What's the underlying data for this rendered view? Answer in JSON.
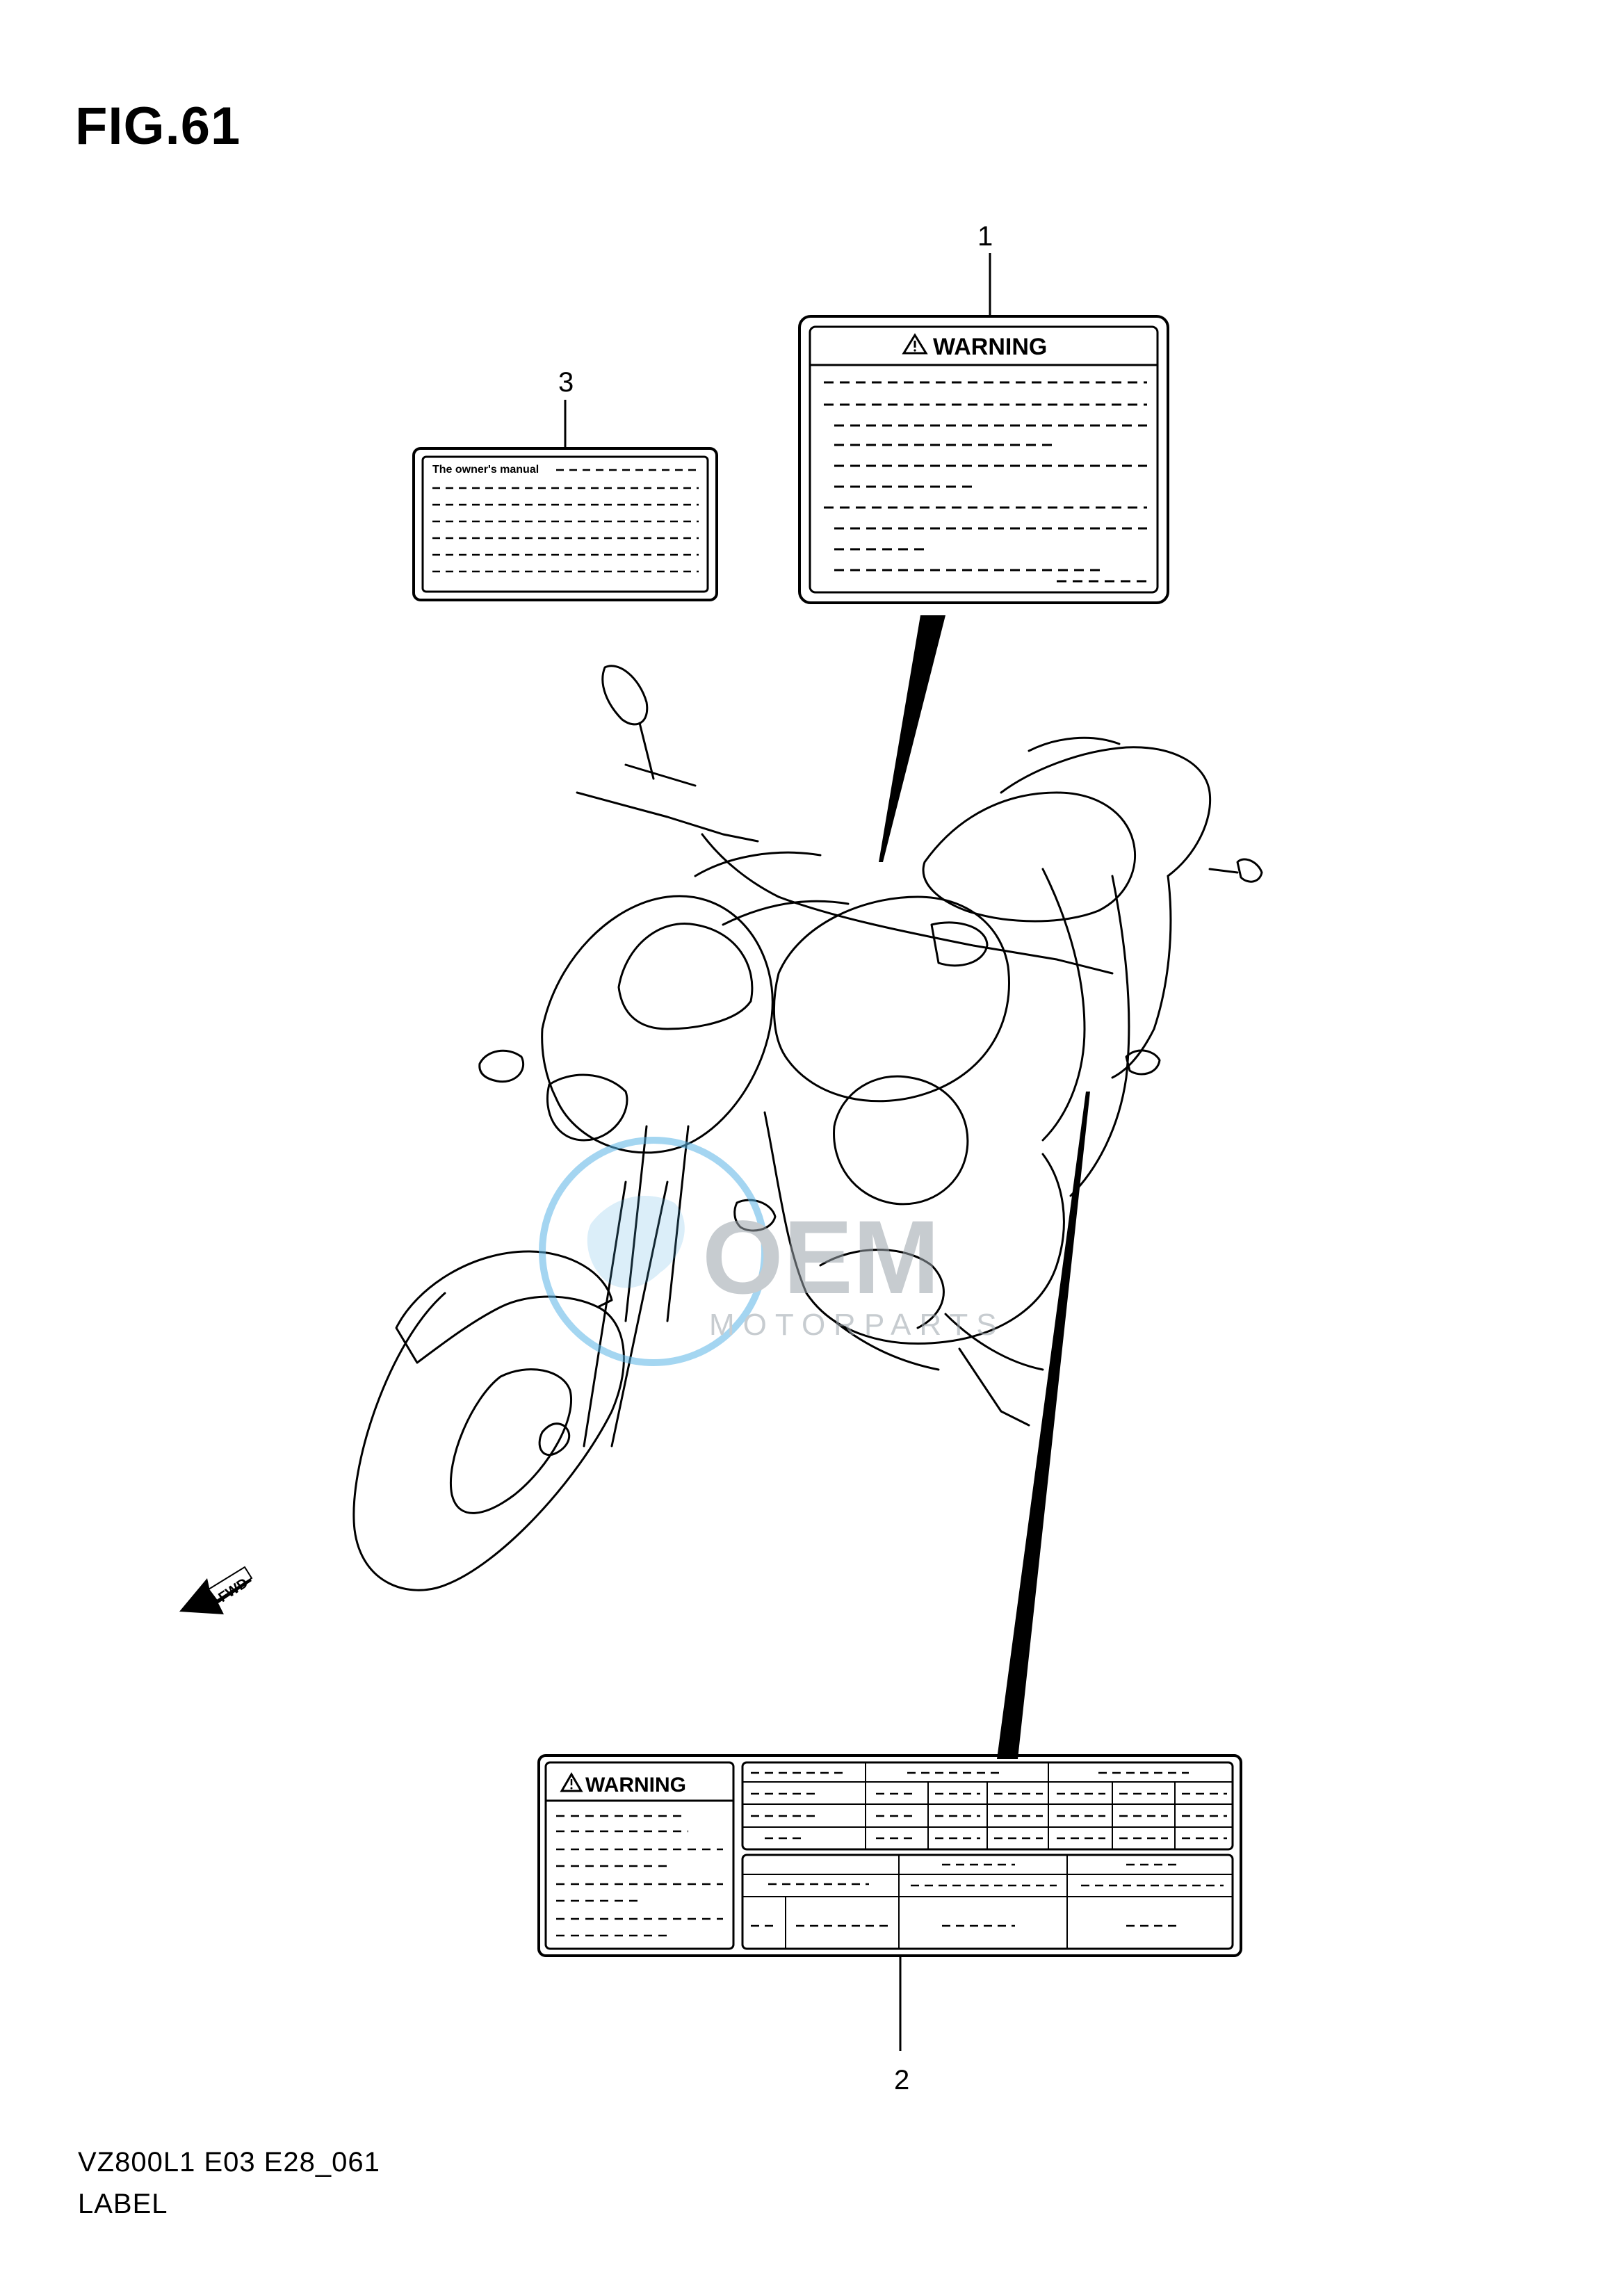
{
  "figure": {
    "title": "FIG.61"
  },
  "callouts": {
    "label1": "1",
    "label2": "2",
    "label3": "3"
  },
  "label1": {
    "heading": "WARNING"
  },
  "label2": {
    "heading": "WARNING"
  },
  "label3": {
    "heading": "The owner's manual"
  },
  "fwd_arrow": {
    "text": "FWD"
  },
  "watermark": {
    "text": "MOTORPARTS"
  },
  "footer": {
    "code": "VZ800L1 E03 E28_061",
    "caption": "LABEL"
  },
  "colors": {
    "line": "#000000",
    "watermark": "#5ab4e6"
  },
  "icons": [
    "warning-triangle-icon",
    "fwd-arrow-icon"
  ]
}
